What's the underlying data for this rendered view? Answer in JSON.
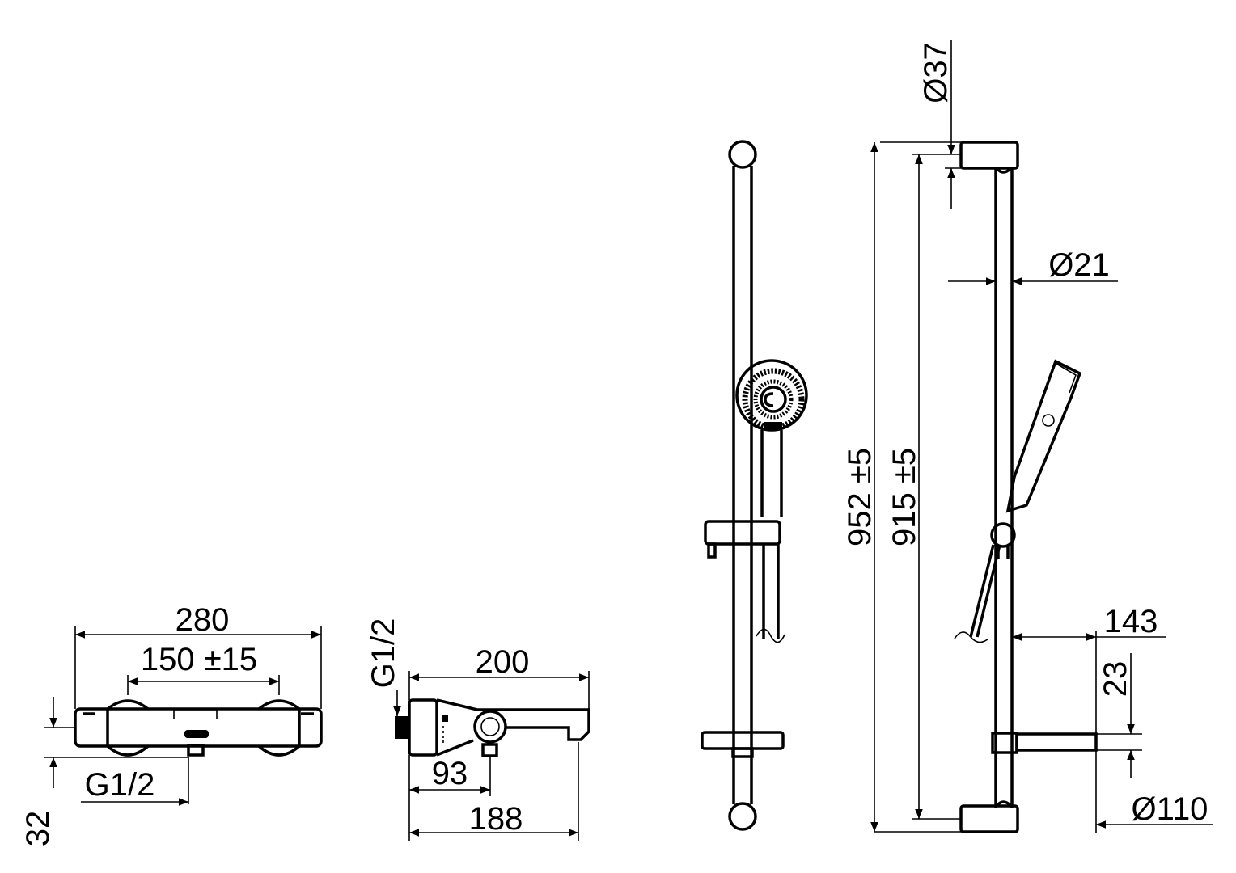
{
  "dimensions": {
    "mixer_width": "280",
    "mixer_center": "150 ±15",
    "mixer_height": "32",
    "mixer_thread": "G1/2",
    "side_depth": "200",
    "side_thread": "G1/2",
    "side_offset": "93",
    "side_spout": "188",
    "bar_height_total": "952 ±5",
    "bar_height_inner": "915 ±5",
    "bar_end_diameter": "Ø37",
    "bar_diameter": "Ø21",
    "shelf_length": "143",
    "shelf_height": "23",
    "shelf_diameter": "Ø110"
  }
}
